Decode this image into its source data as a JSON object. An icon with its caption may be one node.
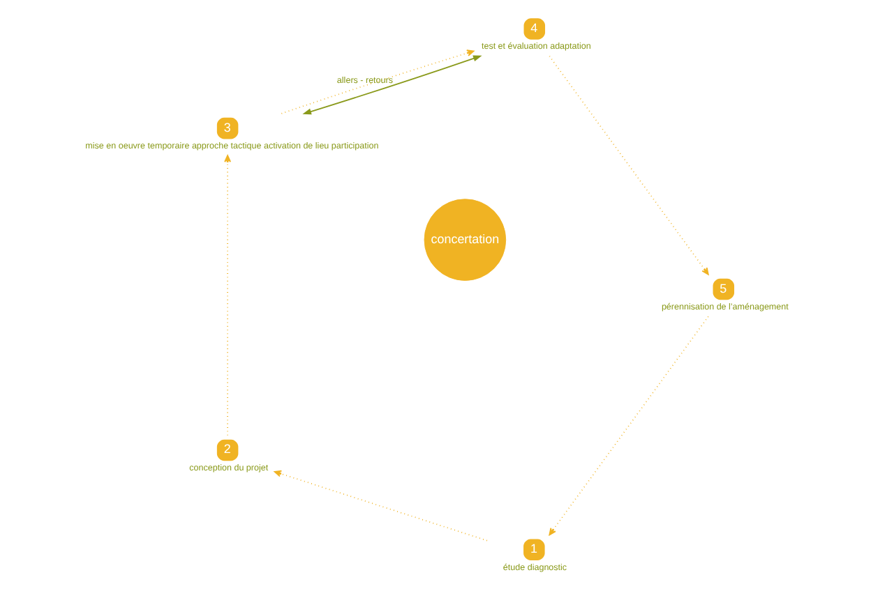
{
  "diagram": {
    "nodes": [
      {
        "text": [
          "concertation"
        ]
      },
      {
        "text": [
          "1",
          "étude diagnostic"
        ]
      },
      {
        "text": [
          "2",
          "conception du projet"
        ]
      },
      {
        "text": [
          "3",
          "mise en oeuvre temporaire approche tactique activation de lieu participation"
        ]
      },
      {
        "text": [
          "4",
          "test et évaluation adaptation"
        ]
      },
      {
        "text": [
          "5",
          "pérennisation de l’aménagement"
        ]
      }
    ],
    "edges": [
      {
        "from": 1,
        "to": 2,
        "arrow": "to",
        "style": "dashed"
      },
      {
        "from": 2,
        "to": 3,
        "arrow": "to",
        "style": "dashed"
      },
      {
        "from": 3,
        "to": 4,
        "arrow": "to",
        "style": "dashed"
      },
      {
        "from": 4,
        "to": 5,
        "arrow": "to",
        "style": "dashed"
      },
      {
        "from": 5,
        "to": 1,
        "arrow": "to",
        "style": "dashed"
      },
      {
        "from": 4,
        "to": 3,
        "arrow": "both",
        "label": "allers - retours",
        "color": "#8a9a1b"
      }
    ]
  }
}
